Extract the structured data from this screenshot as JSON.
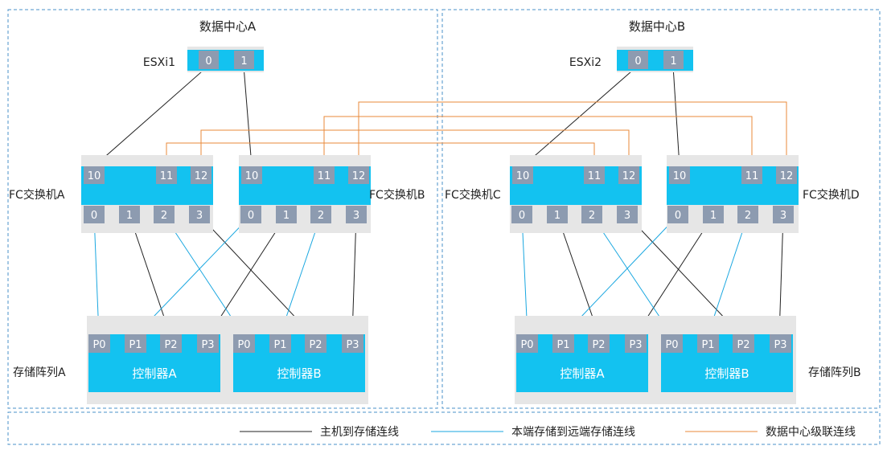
{
  "colors": {
    "cyan": "#13c2f0",
    "gray_panel": "#e6e6e6",
    "port": "#8d9bb0",
    "border": "#4a90c8",
    "host_line": "#222222",
    "storage_line": "#1aa7e0",
    "cascade_line": "#e8893a"
  },
  "datacenters": [
    {
      "title": "数据中心A",
      "host": {
        "name": "ESXi1",
        "ports": [
          "0",
          "1"
        ]
      },
      "switches": [
        {
          "name": "FC交换机A",
          "top_ports": [
            "10",
            "11",
            "12"
          ],
          "bottom_ports": [
            "0",
            "1",
            "2",
            "3"
          ]
        },
        {
          "name": "FC交换机B",
          "top_ports": [
            "10",
            "11",
            "12"
          ],
          "bottom_ports": [
            "0",
            "1",
            "2",
            "3"
          ]
        }
      ],
      "storage": {
        "name": "存储阵列A",
        "controllers": [
          {
            "name": "控制器A",
            "ports": [
              "P0",
              "P1",
              "P2",
              "P3"
            ]
          },
          {
            "name": "控制器B",
            "ports": [
              "P0",
              "P1",
              "P2",
              "P3"
            ]
          }
        ]
      }
    },
    {
      "title": "数据中心B",
      "host": {
        "name": "ESXi2",
        "ports": [
          "0",
          "1"
        ]
      },
      "switches": [
        {
          "name": "FC交换机C",
          "top_ports": [
            "10",
            "11",
            "12"
          ],
          "bottom_ports": [
            "0",
            "1",
            "2",
            "3"
          ]
        },
        {
          "name": "FC交换机D",
          "top_ports": [
            "10",
            "11",
            "12"
          ],
          "bottom_ports": [
            "0",
            "1",
            "2",
            "3"
          ]
        }
      ],
      "storage": {
        "name": "存储阵列B",
        "controllers": [
          {
            "name": "控制器A",
            "ports": [
              "P0",
              "P1",
              "P2",
              "P3"
            ]
          },
          {
            "name": "控制器B",
            "ports": [
              "P0",
              "P1",
              "P2",
              "P3"
            ]
          }
        ]
      }
    }
  ],
  "legend": {
    "host_to_storage": "主机到存储连线",
    "local_to_remote": "本端存储到远端存储连线",
    "dc_cascade": "数据中心级联连线"
  }
}
